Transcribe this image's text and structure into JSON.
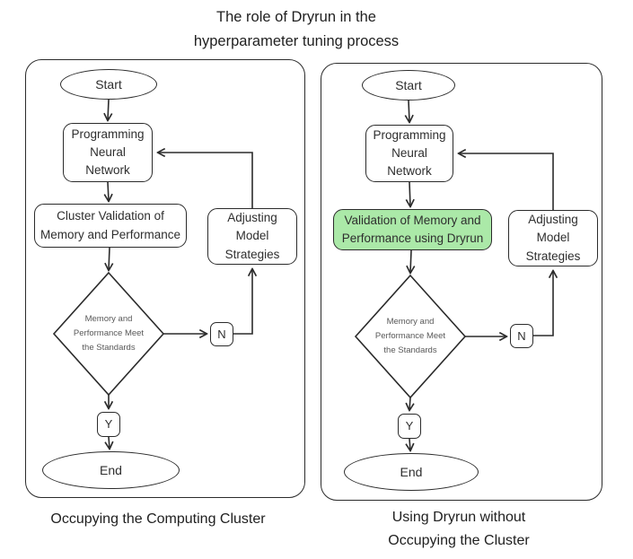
{
  "title": "The role of Dryrun in the\nhyperparameter tuning process",
  "colors": {
    "highlight": "#abe9a8",
    "stroke": "#2b2b2b"
  },
  "panels": {
    "left": {
      "caption": "Occupying the Computing Cluster",
      "nodes": {
        "start": "Start",
        "program": "Programming Neural Network",
        "validate": "Cluster Validation of Memory and Performance",
        "adjust": "Adjusting Model Strategies",
        "decision": "Memory and Performance Meet the Standards",
        "branch_no": "N",
        "branch_yes": "Y",
        "end": "End"
      }
    },
    "right": {
      "caption": "Using Dryrun without\nOccupying the Cluster",
      "nodes": {
        "start": "Start",
        "program": "Programming Neural Network",
        "validate": "Validation of Memory and Performance using Dryrun",
        "adjust": "Adjusting Model Strategies",
        "decision": "Memory and Performance Meet the Standards",
        "branch_no": "N",
        "branch_yes": "Y",
        "end": "End"
      }
    }
  }
}
